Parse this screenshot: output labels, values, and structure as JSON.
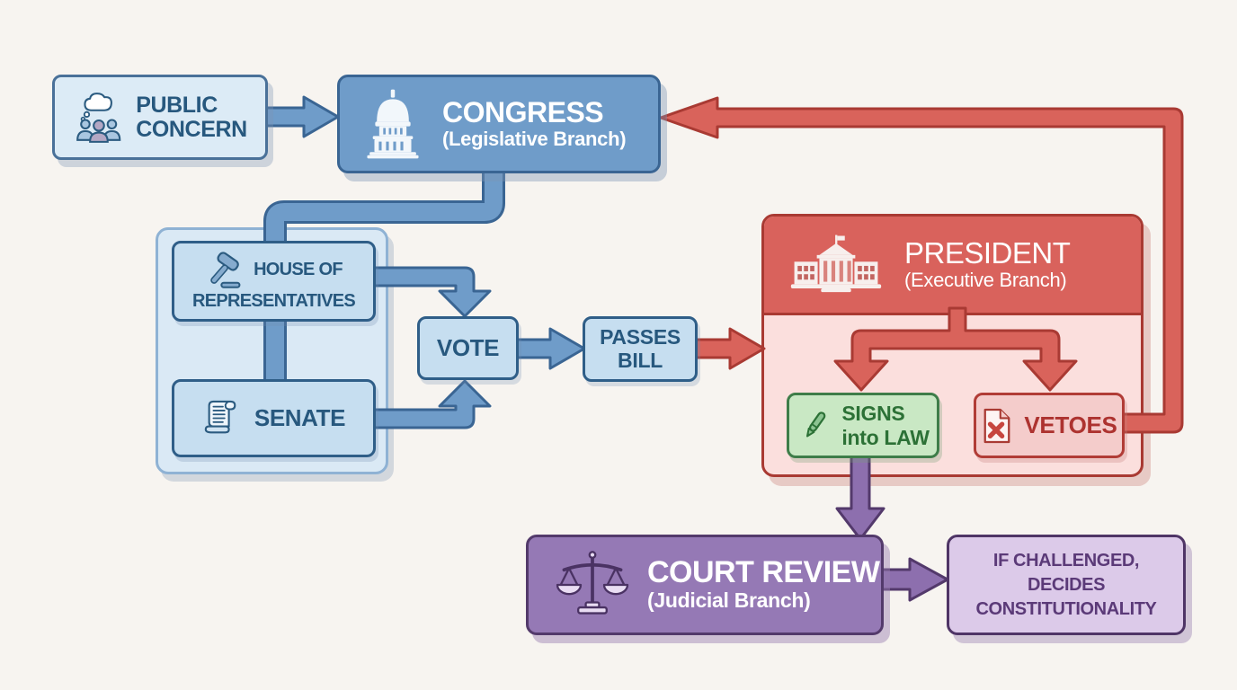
{
  "diagram_type": "flowchart",
  "nodes": {
    "public_concern": {
      "line1": "PUBLIC",
      "line2": "CONCERN",
      "icon": "people-thought-icon"
    },
    "congress": {
      "title": "CONGRESS",
      "subtitle": "(Legislative Branch)",
      "icon": "capitol-icon"
    },
    "house": {
      "line1": "HOUSE OF",
      "line2": "REPRESENTATIVES",
      "icon": "gavel-icon"
    },
    "senate": {
      "label": "SENATE",
      "icon": "scroll-icon"
    },
    "vote": {
      "label": "VOTE"
    },
    "passes_bill": {
      "line1": "PASSES",
      "line2": "BILL"
    },
    "president": {
      "title": "PRESIDENT",
      "subtitle": "(Executive Branch)",
      "icon": "white-house-icon"
    },
    "signs": {
      "line1": "SIGNS",
      "line2": "into LAW",
      "icon": "pen-icon"
    },
    "vetoes": {
      "label": "VETOES",
      "icon": "veto-document-icon"
    },
    "court_review": {
      "title": "COURT REVIEW",
      "subtitle": "(Judicial Branch)",
      "icon": "scales-icon"
    },
    "if_challenged": {
      "line1": "IF CHALLENGED,",
      "line2": "DECIDES",
      "line3": "CONSTITUTIONALITY"
    }
  },
  "edges": [
    {
      "from": "public_concern",
      "to": "congress",
      "color": "#6f9cc9"
    },
    {
      "from": "congress",
      "to": "house",
      "color": "#6f9cc9"
    },
    {
      "from": "congress",
      "to": "senate",
      "color": "#6f9cc9"
    },
    {
      "from": "house",
      "to": "vote",
      "color": "#6f9cc9"
    },
    {
      "from": "senate",
      "to": "vote",
      "color": "#6f9cc9"
    },
    {
      "from": "vote",
      "to": "passes_bill",
      "color": "#6f9cc9"
    },
    {
      "from": "passes_bill",
      "to": "president",
      "color": "#d9635b"
    },
    {
      "from": "president",
      "to": "signs",
      "color": "#d9635b"
    },
    {
      "from": "president",
      "to": "vetoes",
      "color": "#d9635b"
    },
    {
      "from": "vetoes",
      "to": "congress",
      "color": "#d9635b"
    },
    {
      "from": "signs",
      "to": "court_review",
      "color": "#8d6fae"
    },
    {
      "from": "court_review",
      "to": "if_challenged",
      "color": "#8d6fae"
    }
  ],
  "colors": {
    "background": "#f7f4f0",
    "blue": "#6f9cc9",
    "blue_border": "#3a6593",
    "blue_light": "#c6def0",
    "blue_text": "#27587e",
    "red": "#d9635b",
    "red_border": "#a93a33",
    "pink": "#fbdfdd",
    "red_text": "#ad3330",
    "green": "#c9e8c4",
    "green_border": "#3e7d49",
    "green_text": "#2c7136",
    "purple": "#9579b5",
    "purple_border": "#533a6b",
    "purple_light": "#dccae9",
    "purple_text": "#5b3a78"
  }
}
